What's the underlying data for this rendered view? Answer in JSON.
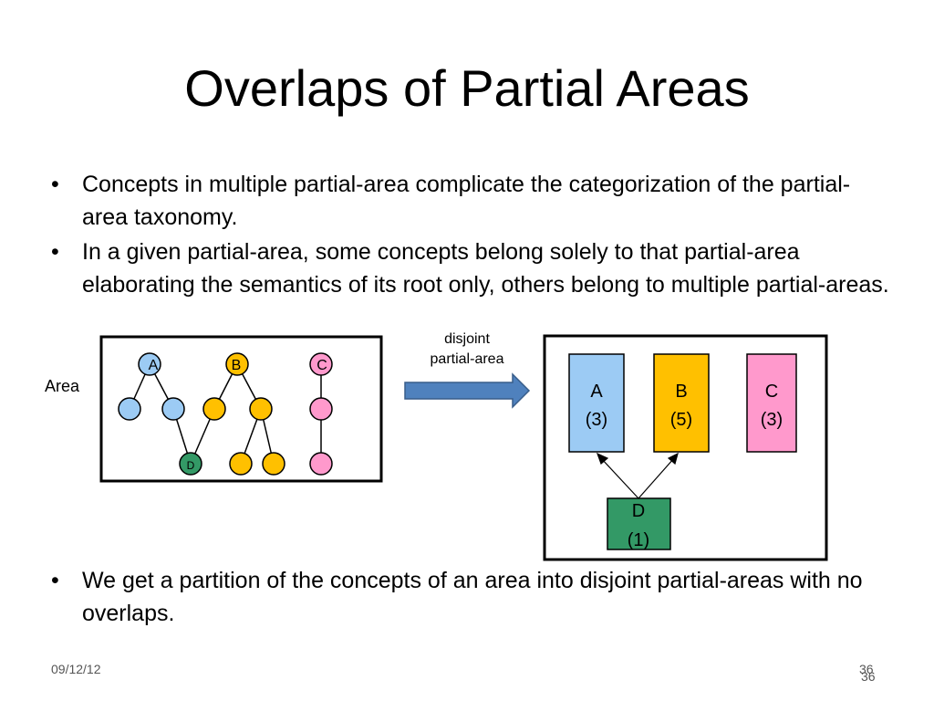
{
  "slide": {
    "title": "Overlaps of Partial Areas",
    "bullet_marker": "•",
    "bullets": [
      "Concepts in multiple partial-area complicate the categorization of the partial-area taxonomy.",
      "In a given partial-area, some concepts belong solely to that partial-area elaborating the semantics of its root only, others belong to multiple partial-areas."
    ],
    "bullets_bottom": [
      "We get a partition of the concepts of an area into disjoint partial-areas with no overlaps."
    ],
    "footer": {
      "date": "09/12/12",
      "page": "36"
    }
  },
  "diagram": {
    "area_label": "Area",
    "arrow_label_line1": "disjoint",
    "arrow_label_line2": "partial-area",
    "colors": {
      "blue": "#9ccbf4",
      "yellow": "#ffc000",
      "pink": "#ff99cc",
      "green": "#339966",
      "arrow": "#4f81bd"
    },
    "nodes": [
      {
        "label": "A",
        "color": "blue"
      },
      {
        "label": "B",
        "color": "yellow"
      },
      {
        "label": "C",
        "color": "pink"
      },
      {
        "label": "",
        "color": "blue"
      },
      {
        "label": "",
        "color": "blue"
      },
      {
        "label": "",
        "color": "yellow"
      },
      {
        "label": "",
        "color": "yellow"
      },
      {
        "label": "",
        "color": "pink"
      },
      {
        "label": "D",
        "color": "green"
      },
      {
        "label": "",
        "color": "yellow"
      },
      {
        "label": "",
        "color": "yellow"
      },
      {
        "label": "",
        "color": "pink"
      }
    ],
    "partial_areas": [
      {
        "name": "A",
        "count": "(3)",
        "color": "blue"
      },
      {
        "name": "B",
        "count": "(5)",
        "color": "yellow"
      },
      {
        "name": "C",
        "count": "(3)",
        "color": "pink"
      },
      {
        "name": "D",
        "count": "(1)",
        "color": "green"
      }
    ]
  }
}
